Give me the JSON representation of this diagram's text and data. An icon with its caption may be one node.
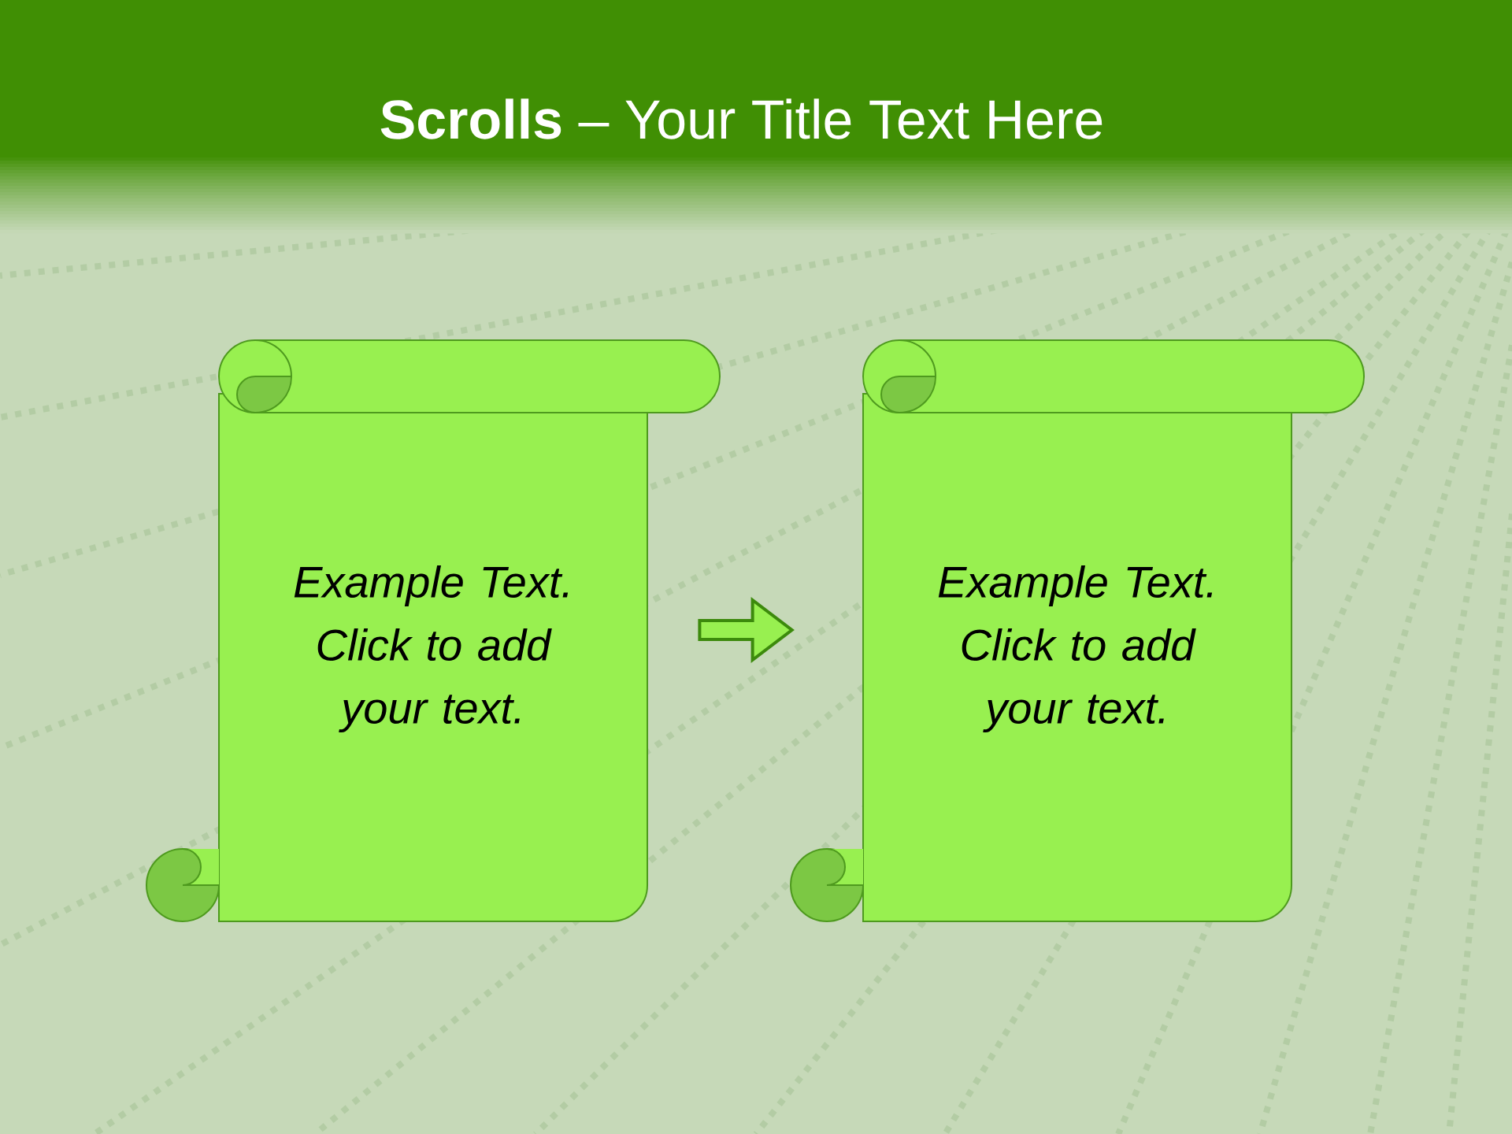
{
  "diagram": {
    "title": "**Scrolls** – Your Title Text Here",
    "nodes": [
      {
        "text": [
          "Example Text. Click to add your text."
        ]
      },
      {
        "text": [
          "Example Text. Click to add your text."
        ]
      }
    ],
    "edges": [
      {
        "from": 0,
        "to": 1,
        "arrow": "to"
      }
    ]
  }
}
